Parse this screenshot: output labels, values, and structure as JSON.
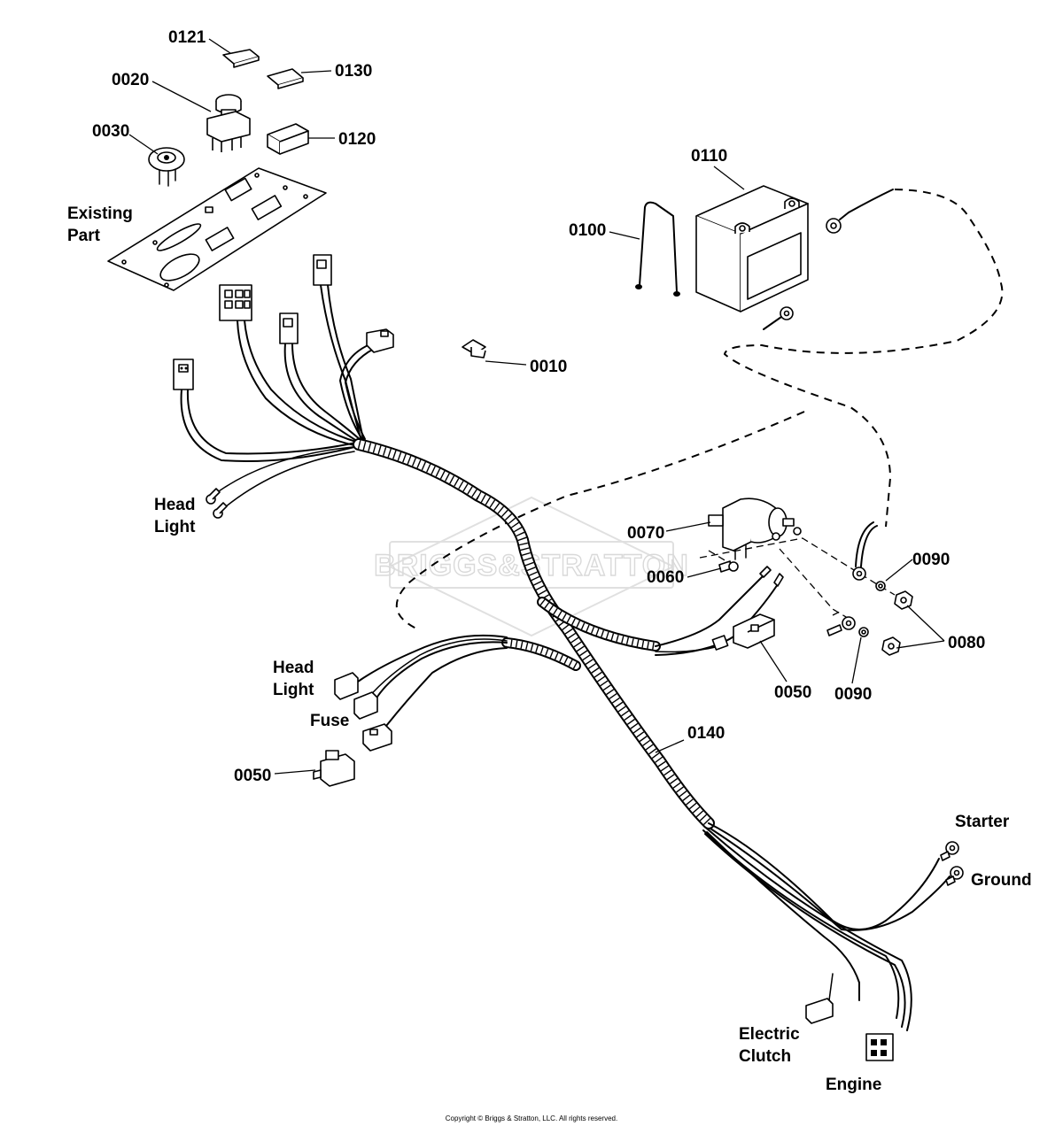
{
  "callouts": {
    "p0121": "0121",
    "p0130": "0130",
    "p0020": "0020",
    "p0030": "0030",
    "p0120": "0120",
    "p0110": "0110",
    "p0100": "0100",
    "p0010": "0010",
    "p0070": "0070",
    "p0060": "0060",
    "p0090_top": "0090",
    "p0080": "0080",
    "p0090_bottom": "0090",
    "p0050_right": "0050",
    "p0050_left": "0050",
    "p0140": "0140"
  },
  "wire_labels": {
    "existing_part_1": "Existing",
    "existing_part_2": "Part",
    "head_light_top_1": "Head",
    "head_light_top_2": "Light",
    "head_light_mid_1": "Head",
    "head_light_mid_2": "Light",
    "fuse": "Fuse",
    "starter": "Starter",
    "ground": "Ground",
    "electric_clutch_1": "Electric",
    "electric_clutch_2": "Clutch",
    "engine": "Engine"
  },
  "watermark": "BRIGGS&STRATTON",
  "copyright": "Copyright © Briggs & Stratton, LLC. All rights reserved."
}
